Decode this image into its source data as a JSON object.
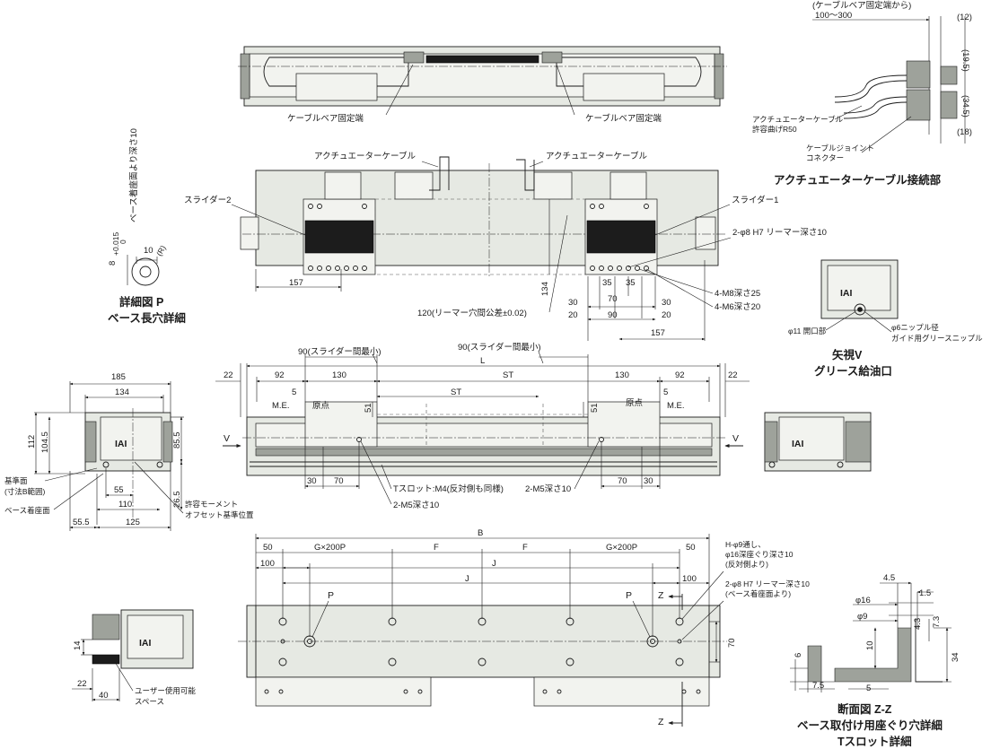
{
  "title": "",
  "cable_detail": {
    "range_text": "(ケーブルベア固定端から)\n100〜300",
    "dim_12": "(12)",
    "dim_19_5": "(19.5)",
    "dim_34_5": "(34.5)",
    "dim_18": "(18)",
    "act_cable_bend": "アクチュエーターケーブル\n許容曲げR50",
    "joint_connector": "ケーブルジョイント\nコネクター",
    "caption": "アクチュエーターケーブル接続部"
  },
  "top_view": {
    "fixed_end_left": "ケーブルベア固定端",
    "fixed_end_right": "ケーブルベア固定端"
  },
  "plan_view": {
    "act_cable_left": "アクチュエーターケーブル",
    "act_cable_right": "アクチュエーターケーブル",
    "slider2": "スライダー2",
    "slider1": "スライダー1",
    "reamer": "2-φ8 H7 リーマー深さ10",
    "dim_157_left": "157",
    "dim_134": "134",
    "reamer_tol": "120(リーマー穴間公差±0.02)",
    "dim_30a": "30",
    "dim_35a": "35",
    "dim_35b": "35",
    "dim_70": "70",
    "dim_30b": "30",
    "dim_20a": "20",
    "dim_90": "90",
    "dim_20b": "20",
    "dim_157_right": "157",
    "m8": "4-M8深さ25",
    "m6": "4-M6深さ20"
  },
  "detail_p": {
    "vertical_text": "ベース着座面より深さ10",
    "dim_8": "8",
    "tol_top": "+0.015",
    "tol_bottom": "0",
    "dim_10": "10",
    "r_label": "(R)",
    "caption_1": "詳細図 P",
    "caption_2": "ベース長穴詳細"
  },
  "view_v": {
    "open": "φ11 開口部",
    "nipple": "φ6ニップル径\nガイド用グリースニップル",
    "caption_1": "矢視V",
    "caption_2": "グリース給油口"
  },
  "front_view": {
    "dim_22_left": "22",
    "dim_92_left": "92",
    "dim_130_left": "130",
    "stroke_min_left": "90(スライダー間最小)",
    "stroke_min_right": "90(スライダー間最小)",
    "L": "L",
    "ST_top": "ST",
    "ST_mid": "ST",
    "dim_130_right": "130",
    "dim_92_right": "92",
    "dim_22_right": "22",
    "dim_5_left": "5",
    "dim_5_right": "5",
    "me_left": "M.E.",
    "me_right": "M.E.",
    "origin_left": "原点",
    "origin_right": "原点",
    "dim_51_left": "51",
    "dim_51_right": "51",
    "v_left": "V",
    "v_right": "V",
    "dim_30_l": "30",
    "dim_70_l": "70",
    "dim_70_r": "70",
    "dim_30_r": "30",
    "tslot": "Tスロット:M4(反対側も同様)",
    "m5_a": "2-M5深さ10",
    "m5_b": "2-M5深さ10"
  },
  "end_view": {
    "dim_185": "185",
    "dim_134": "134",
    "dim_112": "112",
    "dim_104_5": "104.5",
    "dim_85_5": "85.5",
    "dim_26_5": "26.5",
    "dim_55": "55",
    "dim_110": "110",
    "dim_125": "125",
    "dim_55_5": "55.5",
    "ref_surface": "基準面\n(寸法B範囲)",
    "seat_surface": "ベース着座面",
    "moment": "許容モーメント\nオフセット基準位置",
    "logo": "IAI"
  },
  "bottom_view": {
    "B": "B",
    "dim_50_l": "50",
    "gx200": "G×200P",
    "F_l": "F",
    "F_r": "F",
    "gx200_r": "G×200P",
    "dim_50_r": "50",
    "dim_100_l": "100",
    "J_top": "J",
    "J_bot": "J",
    "dim_100_r": "100",
    "P_l": "P",
    "P_r": "P",
    "Z_top": "Z",
    "Z_bot": "Z",
    "dim_70": "70",
    "h_hole": "H-φ9通し、\nφ16深座ぐり深さ10\n(反対側より)",
    "reamer": "2-φ8 H7 リーマー深さ10\n(ベース着座面より)"
  },
  "small_side": {
    "dim_14": "14",
    "dim_22": "22",
    "dim_40": "40",
    "user_space": "ユーザー使用可能\nスペース"
  },
  "section_zz": {
    "dim_4_5": "4.5",
    "dim_1_5": "1.5",
    "dim_16": "φ16",
    "dim_9": "φ9",
    "dim_4_3": "4.3",
    "dim_7_3": "7.3",
    "dim_10": "10",
    "dim_34": "34",
    "dim_6": "6",
    "dim_7_5": "7.5",
    "dim_5": "5",
    "caption_1": "断面図 Z-Z",
    "caption_2": "ベース取付け用座ぐり穴詳細",
    "caption_3": "Tスロット詳細"
  }
}
